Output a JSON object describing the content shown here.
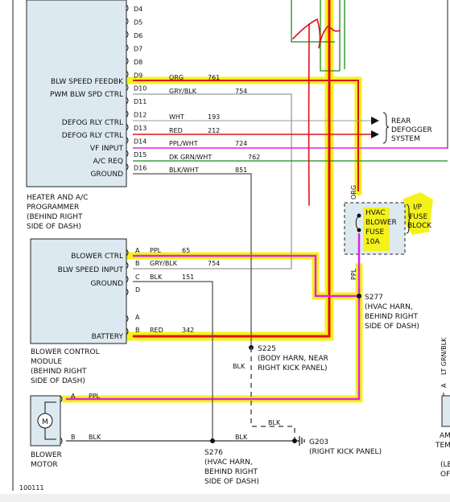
{
  "colors": {
    "box_fill": "#dde9f1",
    "highlight_yellow": "#f4f21a",
    "wire_red": "#e0101a",
    "wire_magenta": "#e020e8",
    "wire_green": "#1a8a1a",
    "wire_gray": "#9a9a9a",
    "wire_dark": "#555555",
    "annotation_red": "#e0101a"
  },
  "programmer": {
    "pins": [
      "D4",
      "D5",
      "D6",
      "D7",
      "D8",
      "D9",
      "D10",
      "D11",
      "D12",
      "D13",
      "D14",
      "D15",
      "D16"
    ],
    "circuit_labels": [
      {
        "label": "BLW SPEED FEEDBK",
        "pin": "D9",
        "color": "ORG",
        "circuit": "761"
      },
      {
        "label": "PWM BLW SPD CTRL",
        "pin": "D10",
        "color": "GRY/BLK",
        "circuit": "754"
      },
      {
        "label": "",
        "pin": "D11",
        "color": "",
        "circuit": ""
      },
      {
        "label": "DEFOG RLY CTRL",
        "pin": "D12",
        "color": "WHT",
        "circuit": "193"
      },
      {
        "label": "DEFOG RLY CTRL",
        "pin": "D13",
        "color": "RED",
        "circuit": "212"
      },
      {
        "label": "VF INPUT",
        "pin": "D14",
        "color": "PPL/WHT",
        "circuit": "724"
      },
      {
        "label": "A/C REQ",
        "pin": "D15",
        "color": "DK GRN/WHT",
        "circuit": "762"
      },
      {
        "label": "GROUND",
        "pin": "D16",
        "color": "BLK/WHT",
        "circuit": "851"
      }
    ],
    "caption": [
      "HEATER AND A/C",
      "PROGRAMMER",
      "(BEHIND RIGHT",
      "SIDE OF DASH)"
    ]
  },
  "rear_defogger": [
    "REAR",
    "DEFOGGER",
    "SYSTEM"
  ],
  "fuse": {
    "wire_color": "ORG",
    "label": [
      "HVAC",
      "BLOWER",
      "FUSE",
      "10A"
    ],
    "block": [
      "I/P",
      "FUSE",
      "BLOCK"
    ],
    "bottom_wire": "PPL"
  },
  "splices": {
    "s277": [
      "S277",
      "(HVAC HARN,",
      "BEHIND RIGHT",
      "SIDE OF DASH)"
    ],
    "s225": [
      "S225",
      "(BODY HARN, NEAR",
      "RIGHT KICK PANEL)"
    ],
    "s276": [
      "S276",
      "(HVAC HARN,",
      "BEHIND RIGHT",
      "SIDE OF DASH)"
    ],
    "g203": "G203",
    "g203_desc": "(RIGHT KICK PANEL)"
  },
  "blower_module": {
    "rows": [
      {
        "label": "BLOWER CTRL",
        "pin": "A",
        "color": "PPL",
        "circuit": "65"
      },
      {
        "label": "BLW SPEED INPUT",
        "pin": "B",
        "color": "GRY/BLK",
        "circuit": "754"
      },
      {
        "label": "GROUND",
        "pin": "C",
        "color": "BLK",
        "circuit": "151"
      },
      {
        "label": "",
        "pin": "D",
        "color": "",
        "circuit": ""
      },
      {
        "label": "",
        "pin": "A",
        "color": "",
        "circuit": ""
      },
      {
        "label": "BATTERY",
        "pin": "B",
        "color": "RED",
        "circuit": "342"
      }
    ],
    "caption": [
      "BLOWER CONTROL",
      "MODULE",
      "(BEHIND RIGHT",
      "SIDE OF DASH)"
    ]
  },
  "blower_motor": {
    "symbol": "M",
    "pin_a": "A",
    "wire_a": "PPL",
    "pin_b": "B",
    "wire_b": "BLK",
    "caption": [
      "BLOWER",
      "MOTOR"
    ]
  },
  "wire_labels": {
    "blk_s225": "BLK",
    "blk_ground": "BLK",
    "blk_s276": "BLK"
  },
  "right_edge": {
    "vertical": "LT GRN/BLK",
    "pin": "A",
    "frag1": "AM",
    "frag2": "TEM",
    "frag3": "(LE",
    "frag4": "OF"
  },
  "footer_id": "100111"
}
